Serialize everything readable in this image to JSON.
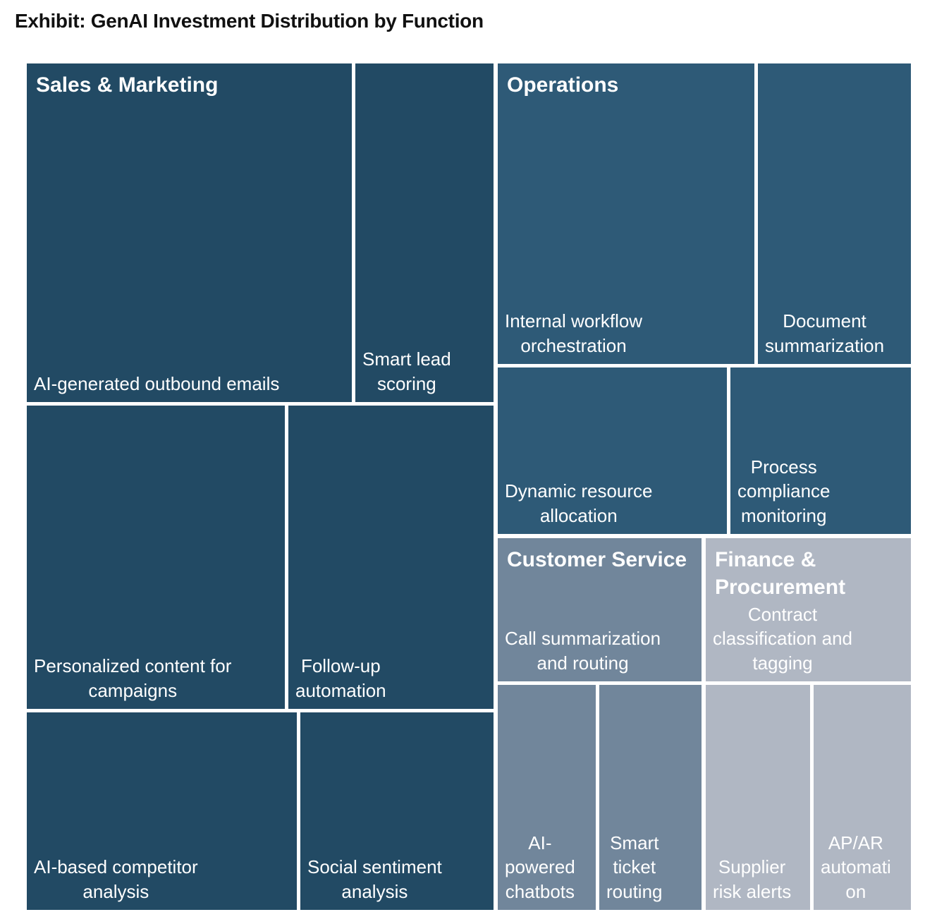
{
  "title": "Exhibit: GenAI Investment Distribution by Function",
  "sections": {
    "sales": {
      "header": "Sales & Marketing",
      "color": "#224A64"
    },
    "operations": {
      "header": "Operations",
      "color": "#2E5A77"
    },
    "customer_service": {
      "header": "Customer Service",
      "color": "#71869B"
    },
    "finance": {
      "header": "Finance & Procurement",
      "color": "#B0B7C3"
    }
  },
  "tiles": {
    "outbound_emails": {
      "label": "AI-generated outbound emails"
    },
    "smart_lead_scoring": {
      "label": "Smart lead\nscoring"
    },
    "personalized_content": {
      "label": "Personalized content for\ncampaigns"
    },
    "followup_automation": {
      "label": "Follow-up\nautomation"
    },
    "competitor_analysis": {
      "label": "AI-based competitor\nanalysis"
    },
    "social_sentiment": {
      "label": "Social sentiment\nanalysis"
    },
    "workflow_orchestration": {
      "label": "Internal workflow\norchestration"
    },
    "document_summarization": {
      "label": "Document\nsummarization"
    },
    "dynamic_resource": {
      "label": "Dynamic resource\nallocation"
    },
    "process_compliance": {
      "label": "Process\ncompliance\nmonitoring"
    },
    "call_summarization": {
      "label": "Call summarization\nand routing"
    },
    "ai_chatbots": {
      "label": "AI-\npowered\nchatbots"
    },
    "smart_ticket": {
      "label": "Smart\nticket\nrouting"
    },
    "contract_classification": {
      "label": "Contract\nclassification and\ntagging"
    },
    "supplier_risk": {
      "label": "Supplier\nrisk alerts"
    },
    "apar_automation": {
      "label": "AP/AR\nautomati\non"
    }
  },
  "chart_data": {
    "type": "treemap",
    "title": "Exhibit: GenAI Investment Distribution by Function",
    "values_shown": false,
    "legend": "none",
    "groups": [
      {
        "name": "Sales & Marketing",
        "color": "#224A64",
        "children": [
          {
            "label": "AI-generated outbound emails",
            "area_pct_est": 14.7
          },
          {
            "label": "Smart lead scoring",
            "area_pct_est": 6.3
          },
          {
            "label": "Personalized content for campaigns",
            "area_pct_est": 10.5
          },
          {
            "label": "Follow-up automation",
            "area_pct_est": 8.3
          },
          {
            "label": "AI-based competitor analysis",
            "area_pct_est": 7.1
          },
          {
            "label": "Social sentiment analysis",
            "area_pct_est": 5.1
          }
        ]
      },
      {
        "name": "Operations",
        "color": "#2E5A77",
        "children": [
          {
            "label": "Internal workflow orchestration",
            "area_pct_est": 10.3
          },
          {
            "label": "Document summarization",
            "area_pct_est": 6.1
          },
          {
            "label": "Dynamic resource allocation",
            "area_pct_est": 5.1
          },
          {
            "label": "Process compliance monitoring",
            "area_pct_est": 4.0
          }
        ]
      },
      {
        "name": "Customer Service",
        "color": "#71869B",
        "children": [
          {
            "label": "Call summarization and routing",
            "area_pct_est": 3.9
          },
          {
            "label": "AI-powered chatbots",
            "area_pct_est": 2.9
          },
          {
            "label": "Smart ticket routing",
            "area_pct_est": 3.1
          }
        ]
      },
      {
        "name": "Finance & Procurement",
        "color": "#B0B7C3",
        "children": [
          {
            "label": "Contract classification and tagging",
            "area_pct_est": 3.9
          },
          {
            "label": "Supplier risk alerts",
            "area_pct_est": 3.1
          },
          {
            "label": "AP/AR automation",
            "area_pct_est": 2.9
          }
        ]
      }
    ]
  }
}
